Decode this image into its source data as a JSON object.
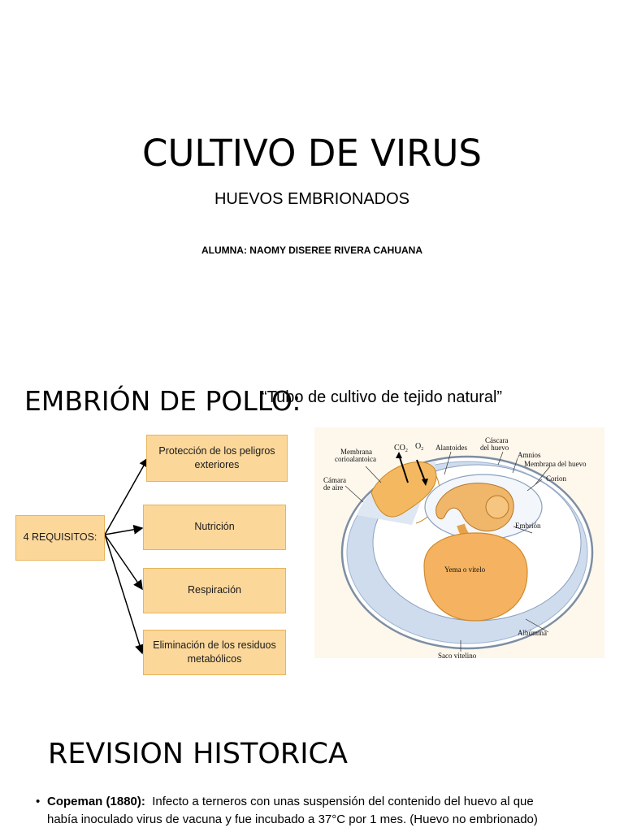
{
  "slide1": {
    "title": "CULTIVO DE VIRUS",
    "subtitle": "HUEVOS EMBRIONADOS",
    "author": "ALUMNA: NAOMY DISEREE RIVERA CAHUANA"
  },
  "slide2": {
    "heading": "EMBRIÓN DE POLLO:",
    "quote": "“Tubo de cultivo de tejido natural”",
    "root_label": "4 REQUISITOS:",
    "requirements": [
      {
        "label_line1": "Protección de los peligros",
        "label_line2": "exteriores"
      },
      {
        "label_line1": "Nutrición",
        "label_line2": ""
      },
      {
        "label_line1": "Respiración",
        "label_line2": ""
      },
      {
        "label_line1": "Eliminación de los residuos",
        "label_line2": "metabólicos"
      }
    ],
    "egg_diagram": {
      "labels": {
        "membrana_line1": "Membrana",
        "membrana_line2": "corioalantoica",
        "co2": "CO",
        "co2_sub": "2",
        "o2": "O",
        "o2_sub": "2",
        "alantoides": "Alantoides",
        "cascara_line1": "Cáscara",
        "cascara_line2": "del huevo",
        "amnios": "Amnios",
        "membrana_huevo": "Membrana del huevo",
        "corion": "Corion",
        "camara_line1": "Cámara",
        "camara_line2": "de aire",
        "embrion": "Embrión",
        "yema": "Yema o vitelo",
        "albumina": "Albúmina",
        "saco": "Saco vitelino"
      }
    }
  },
  "slide3": {
    "heading": "REVISION HISTORICA",
    "bullet_marker": "•",
    "bullet_name": "Copeman (1880):",
    "bullet_line1": "Infecto a terneros con unas suspensión del contenido del huevo al que",
    "bullet_line2": "había inoculado virus de vacuna y fue incubado a 37°C por 1 mes. (Huevo  no embrionado)"
  }
}
